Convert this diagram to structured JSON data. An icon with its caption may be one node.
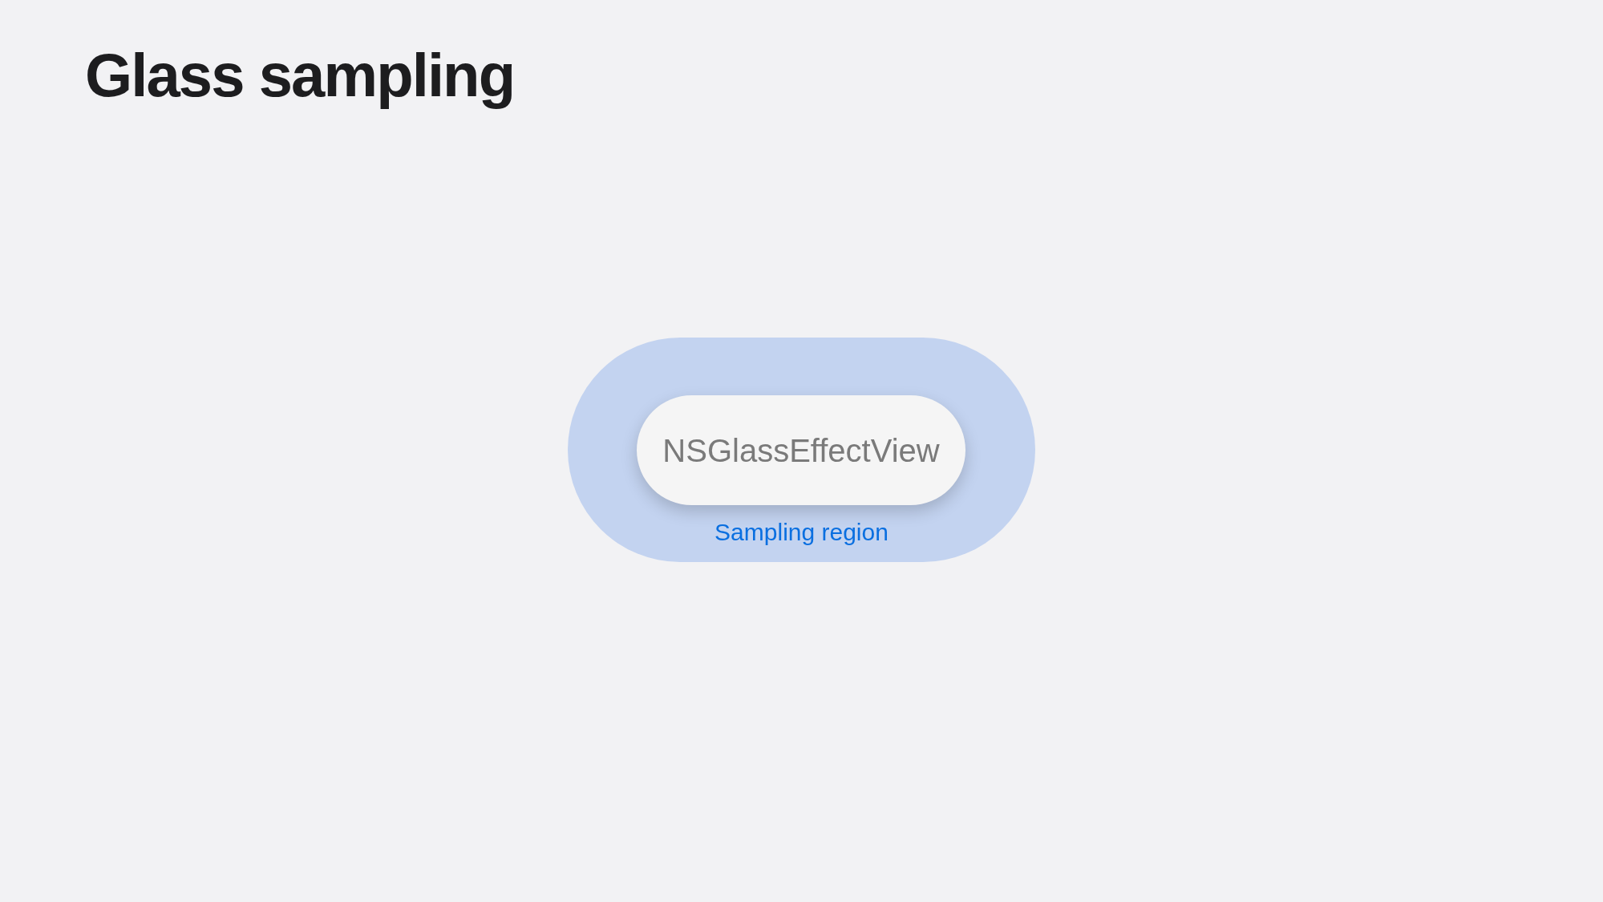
{
  "diagram": {
    "title": "Glass sampling",
    "nodes": [
      {
        "text": [
          "Sampling region"
        ]
      },
      {
        "text": [
          "NSGlassEffectView"
        ],
        "in": 0
      }
    ]
  }
}
